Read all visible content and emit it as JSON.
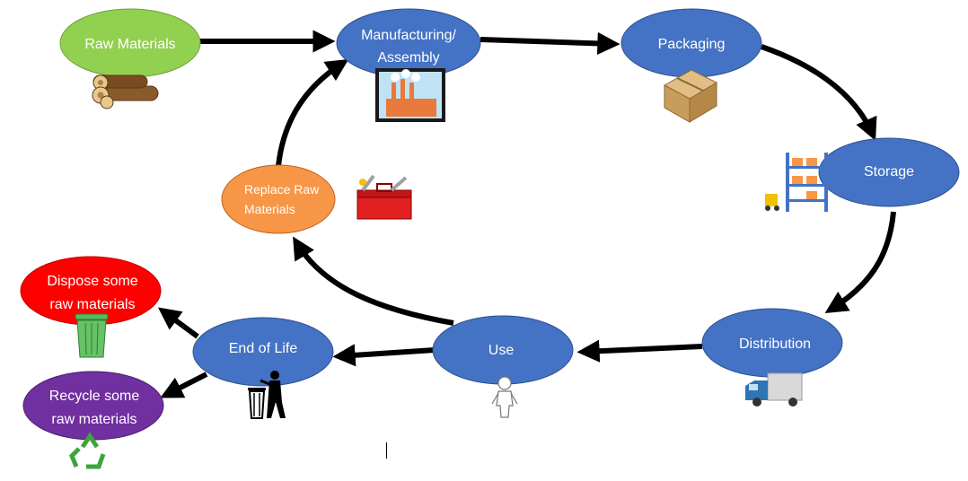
{
  "nodes": {
    "raw_materials": {
      "label": "Raw Materials",
      "color": "#92D050"
    },
    "manufacturing": {
      "label_line1": "Manufacturing/",
      "label_line2": "Assembly",
      "color": "#4472C4"
    },
    "packaging": {
      "label": "Packaging",
      "color": "#4472C4"
    },
    "storage": {
      "label": "Storage",
      "color": "#4472C4"
    },
    "distribution": {
      "label": "Distribution",
      "color": "#4472C4"
    },
    "use": {
      "label": "Use",
      "color": "#4472C4"
    },
    "end_of_life": {
      "label": "End of Life",
      "color": "#4472C4"
    },
    "replace": {
      "label_line1": "Replace Raw",
      "label_line2": "Materials",
      "color": "#F79646"
    },
    "dispose": {
      "label_line1": "Dispose some",
      "label_line2": "raw materials",
      "color": "#FF0000"
    },
    "recycle": {
      "label_line1": "Recycle some",
      "label_line2": "raw materials",
      "color": "#7030A0"
    }
  },
  "icons": [
    "logs-icon",
    "factory-icon",
    "box-icon",
    "warehouse-icon",
    "toolbox-icon",
    "truck-icon",
    "person-icon",
    "trash-bin-icon",
    "green-bin-icon",
    "recycle-icon"
  ]
}
